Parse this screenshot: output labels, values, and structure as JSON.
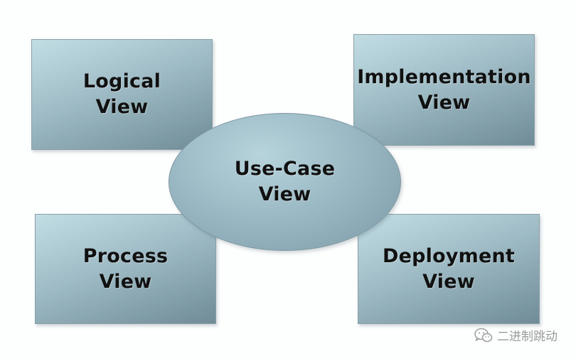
{
  "diagram": {
    "center": {
      "line1": "Use-Case",
      "line2": "View"
    },
    "top_left": {
      "line1": "Logical",
      "line2": "View"
    },
    "top_right": {
      "line1": "Implementation",
      "line2": "View"
    },
    "bottom_left": {
      "line1": "Process",
      "line2": "View"
    },
    "bottom_right": {
      "line1": "Deployment",
      "line2": "View"
    }
  },
  "watermark": {
    "text": "二进制跳动",
    "icon": "wechat-icon"
  },
  "colors": {
    "box_light": "#c2dde4",
    "box_mid": "#9fbcc6",
    "box_dark": "#6f8c97",
    "text": "#111111"
  }
}
